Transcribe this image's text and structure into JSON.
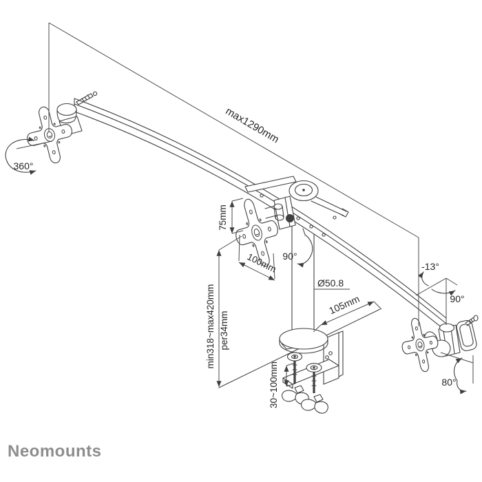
{
  "logo": {
    "text": "Neomounts",
    "color": "#8d8d8d"
  },
  "dimensions": {
    "span": "max1290mm",
    "vesa_height": "75mm",
    "vesa_width": "100mm",
    "pole_diameter": "Ø50.8",
    "desk_clearance": "105mm",
    "height_range": "min318~max420mm",
    "height_step": "per34mm",
    "clamp_thickness": "30~100mm"
  },
  "angles": {
    "swivel_left": "360°",
    "pole_swivel": "90°",
    "tilt_up": "-13°",
    "swivel_right": "90°",
    "rotate_right": "80°"
  },
  "style": {
    "line_color": "#3f3f3f",
    "text_color": "#262626",
    "background": "#ffffff"
  }
}
